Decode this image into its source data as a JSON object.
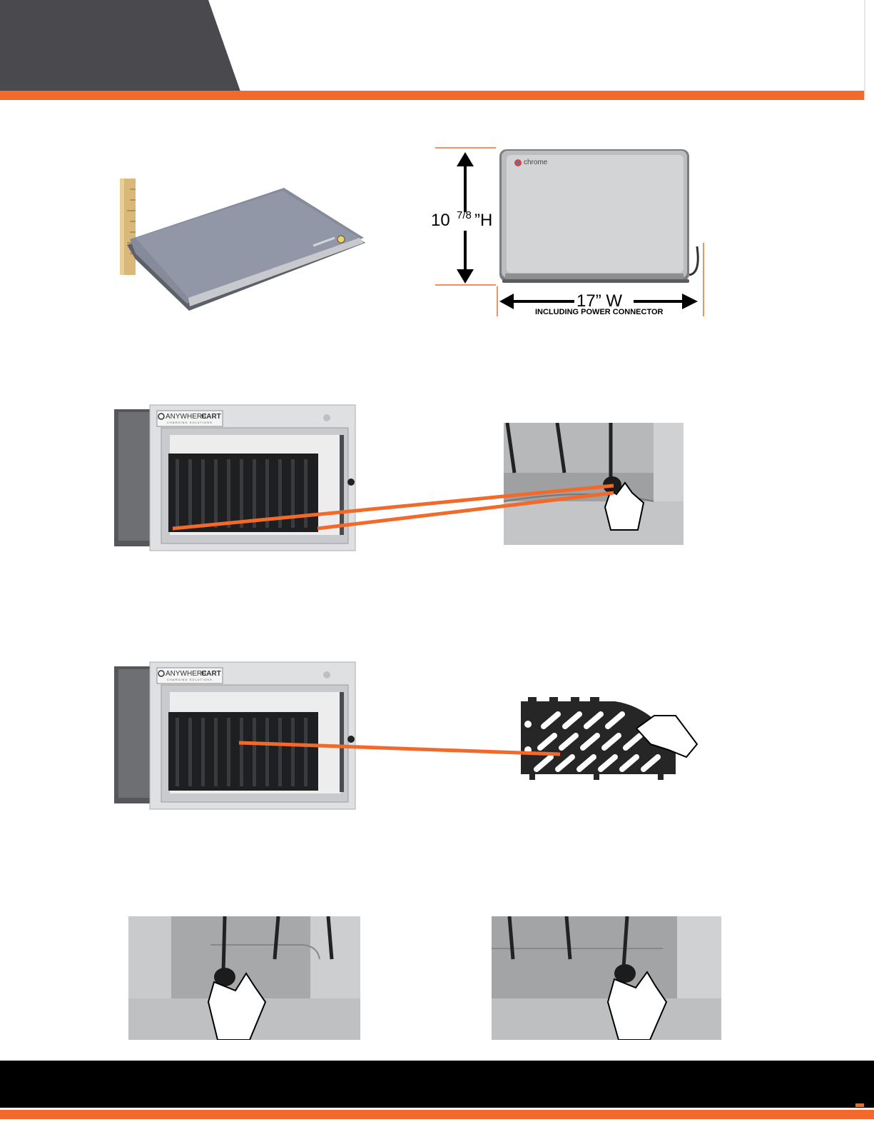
{
  "dimensions": {
    "height_main": "10",
    "height_fraction": "7/8",
    "height_suffix": "”H",
    "width_main": "17” W",
    "width_note": "INCLUDING POWER CONNECTOR"
  },
  "brand": {
    "logo_word_1": "ANYWHERE",
    "logo_word_2": "CART",
    "logo_tagline": "CHARGING SOLUTIONS",
    "laptop_badge": "chrome"
  },
  "colors": {
    "accent": "#f26a2b",
    "header_dark": "#4a4a4e",
    "footer": "#000000"
  }
}
